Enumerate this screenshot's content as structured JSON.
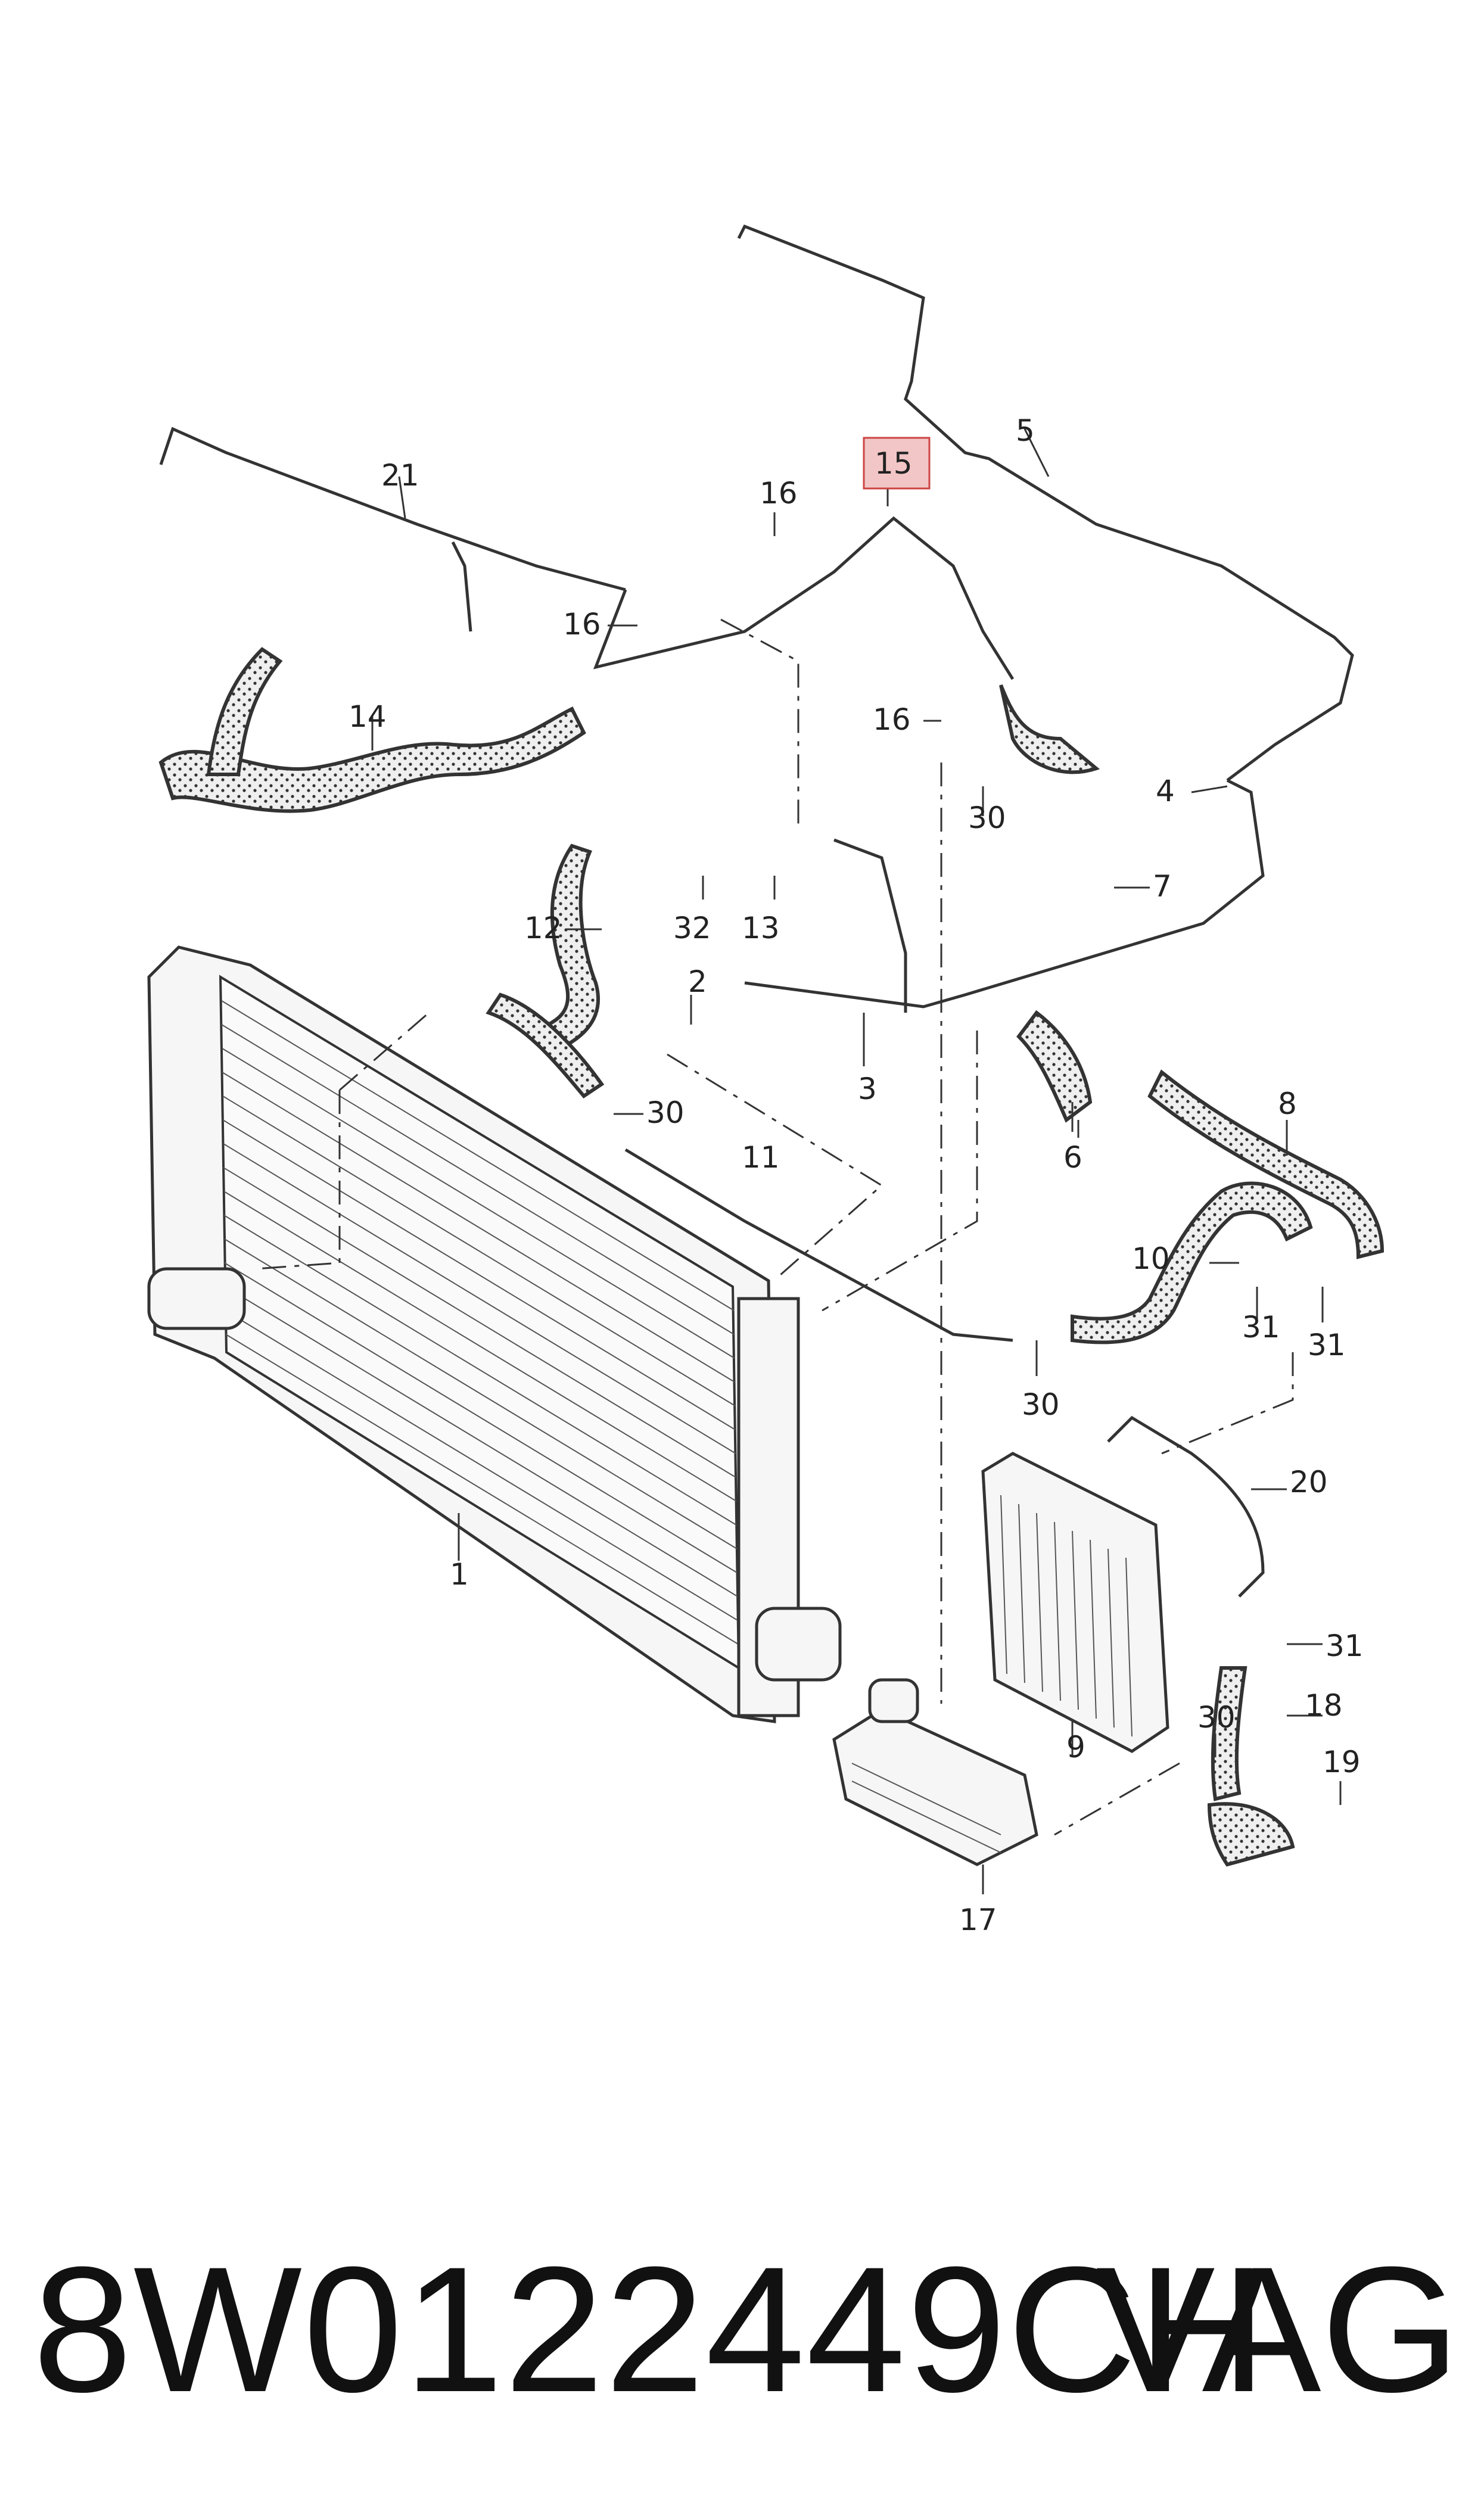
{
  "diagram": {
    "highlight_color": "#f2c6c6",
    "highlighted_label": "15",
    "callouts": {
      "c1": "1",
      "c2": "2",
      "c3": "3",
      "c4": "4",
      "c5": "5",
      "c6": "6",
      "c7": "7",
      "c8": "8",
      "c9": "9",
      "c10": "10",
      "c11": "11",
      "c12": "12",
      "c13": "13",
      "c14": "14",
      "c15": "15",
      "c16a": "16",
      "c16b": "16",
      "c16c": "16",
      "c17": "17",
      "c18": "18",
      "c19": "19",
      "c20": "20",
      "c21": "21",
      "c30a": "30",
      "c30b": "30",
      "c30c": "30",
      "c30d": "30",
      "c31a": "31",
      "c31b": "31",
      "c31c": "31",
      "c32": "32"
    }
  },
  "footer": {
    "part_number": "8W0122449CH",
    "brand": "VAG"
  }
}
